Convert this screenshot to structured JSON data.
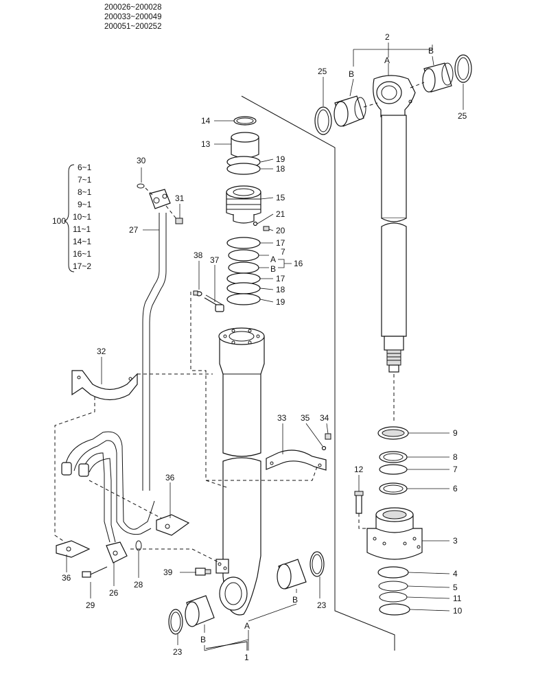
{
  "serial_ranges": [
    "200026~200028",
    "200033~200049",
    "200051~200252"
  ],
  "kit": {
    "label": "100",
    "items": [
      "6~1",
      "7~1",
      "8~1",
      "9~1",
      "10~1",
      "11~1",
      "14~1",
      "16~1",
      "17~2"
    ]
  },
  "callouts": {
    "c2": "2",
    "cA_top": "A",
    "cB_left": "B",
    "cB_right": "B",
    "c25_left": "25",
    "c25_right": "25",
    "c14": "14",
    "c13": "13",
    "c19a": "19",
    "c18a": "18",
    "c15": "15",
    "c21": "21",
    "c20": "20",
    "c17a": "17",
    "c7s": "7",
    "cA_mid": "A",
    "c16": "16",
    "cB_mid": "B",
    "c17b": "17",
    "c18b": "18",
    "c19b": "19",
    "c30": "30",
    "c31": "31",
    "c27": "27",
    "c38": "38",
    "c37": "37",
    "c32": "32",
    "c33": "33",
    "c35": "35",
    "c34": "34",
    "c9": "9",
    "c8": "8",
    "c7": "7",
    "c6": "6",
    "c12": "12",
    "c3": "3",
    "c4": "4",
    "c5": "5",
    "c11": "11",
    "c10": "10",
    "c36a": "36",
    "c36b": "36",
    "c39": "39",
    "c28": "28",
    "c26": "26",
    "c29": "29",
    "c23a": "23",
    "c23b": "23",
    "cB_bl": "B",
    "cB_br": "B",
    "cA_bot": "A",
    "c1": "1"
  }
}
